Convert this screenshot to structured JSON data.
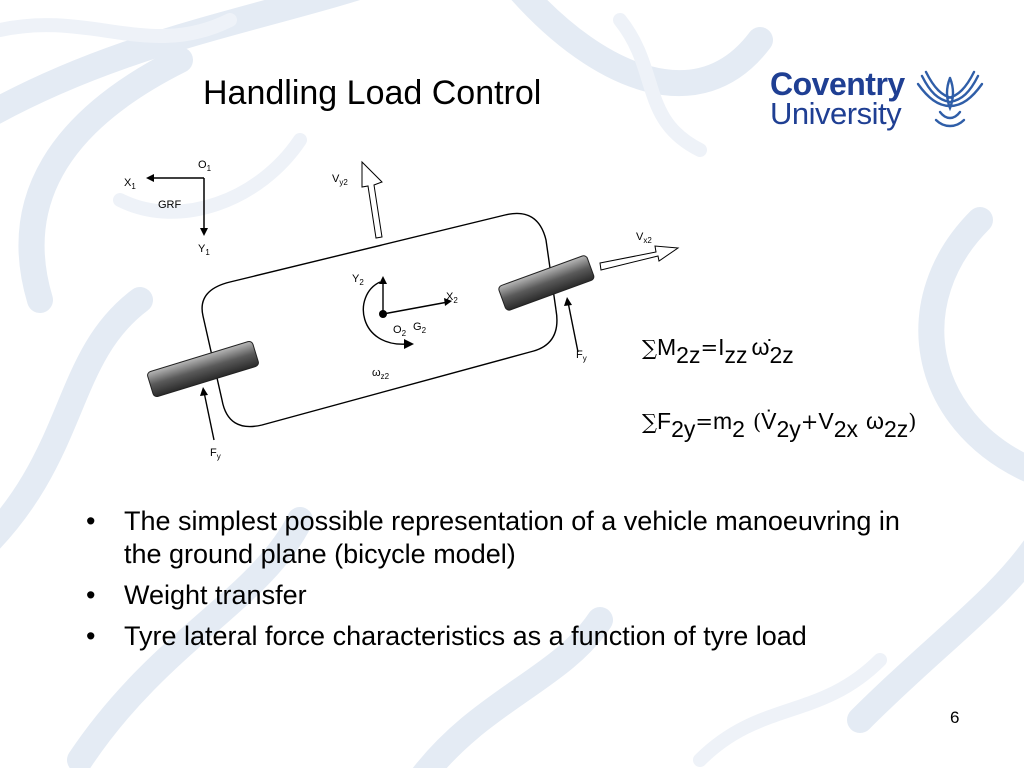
{
  "slide": {
    "title": "Handling Load Control",
    "page_number": "6"
  },
  "logo": {
    "line1": "Coventry",
    "line2": "University",
    "color": "#1f3f93"
  },
  "diagram": {
    "frame1": {
      "origin": "O",
      "origin_sub": "1",
      "x": "X",
      "x_sub": "1",
      "y": "Y",
      "y_sub": "1",
      "grf": "GRF"
    },
    "frame2": {
      "origin": "O",
      "origin_sub": "2",
      "x": "X",
      "x_sub": "2",
      "y": "Y",
      "y_sub": "2",
      "g": "G",
      "g_sub": "2"
    },
    "velocity_y": {
      "text": "V",
      "sub": "y2"
    },
    "velocity_x": {
      "text": "V",
      "sub": "x2"
    },
    "omega": {
      "text": "ω",
      "sub": "z2"
    },
    "force_front": {
      "text": "F",
      "sub": "y"
    },
    "force_rear": {
      "text": "F",
      "sub": "y"
    }
  },
  "equations": {
    "eq1": {
      "sum": "∑",
      "M": "M",
      "M_sub": "2z",
      "eq": "=",
      "I": "I",
      "I_sub": "zz",
      "omega_dot": "ω̇",
      "omega_sub": "2z"
    },
    "eq2": {
      "sum": "∑",
      "F": "F",
      "F_sub": "2y",
      "eq": "=",
      "m": "m",
      "m_sub": "2",
      "open": "(",
      "V_dot": "V̇",
      "V1_sub": "2y",
      "plus": "+",
      "V": "V",
      "V2_sub": "2x",
      "omega": "ω",
      "omega_sub": "2z",
      "close": ")"
    }
  },
  "bullets": [
    "The simplest possible representation of a vehicle manoeuvring in the ground plane (bicycle model)",
    "Weight transfer",
    "Tyre lateral force characteristics as a function of tyre load"
  ],
  "bullet_symbol": "•"
}
